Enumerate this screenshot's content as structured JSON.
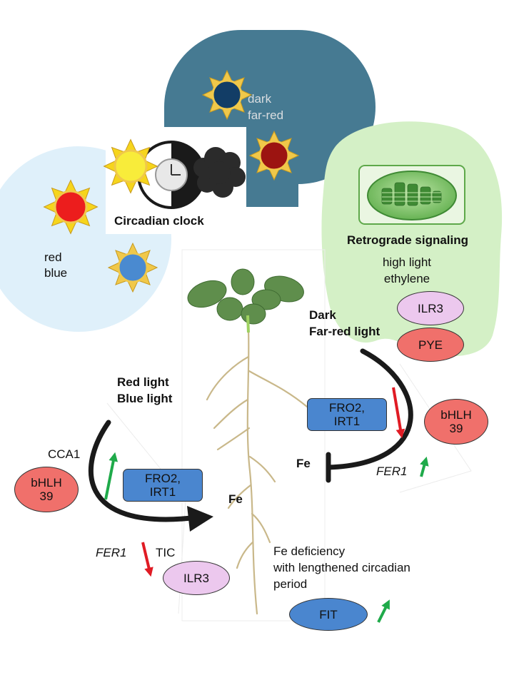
{
  "colors": {
    "dark_bg": "#467a92",
    "light_blue_bg": "#dff0fa",
    "retro_bg": "#d4f0c6",
    "red_oval": "#f0706b",
    "pink_oval": "#ecc8ee",
    "blue_box": "#4a86cf",
    "arrow_red": "#e01b24",
    "arrow_green": "#1faa4a"
  },
  "icons": [
    "sun-icon",
    "clock-icon",
    "cloud-icon",
    "chloroplast-icon",
    "plant-icon"
  ],
  "dark_panel": {
    "line1": "dark",
    "line2": "far-red"
  },
  "light_panel": {
    "line1": "red",
    "line2": "blue"
  },
  "clock": {
    "label": "Circadian clock"
  },
  "retrograde": {
    "title": "Retrograde signaling",
    "line1": "high light",
    "line2": "ethylene",
    "ilr3": "ILR3",
    "pye": "PYE"
  },
  "left": {
    "heading1": "Red light",
    "heading2": "Blue light",
    "cca1": "CCA1",
    "bhlh_1": "bHLH",
    "bhlh_2": "39",
    "fro_1": "FRO2,",
    "fro_2": "IRT1",
    "fe": "Fe",
    "fer1": "FER1",
    "tic": "TIC",
    "ilr3": "ILR3"
  },
  "right": {
    "heading1": "Dark",
    "heading2": "Far-red light",
    "fro_1": "FRO2,",
    "fro_2": "IRT1",
    "fe": "Fe",
    "fer1": "FER1",
    "bhlh_1": "bHLH",
    "bhlh_2": "39"
  },
  "bottom": {
    "line1": "Fe deficiency",
    "line2": "with lengthened circadian",
    "line3": "period",
    "fit": "FIT"
  }
}
